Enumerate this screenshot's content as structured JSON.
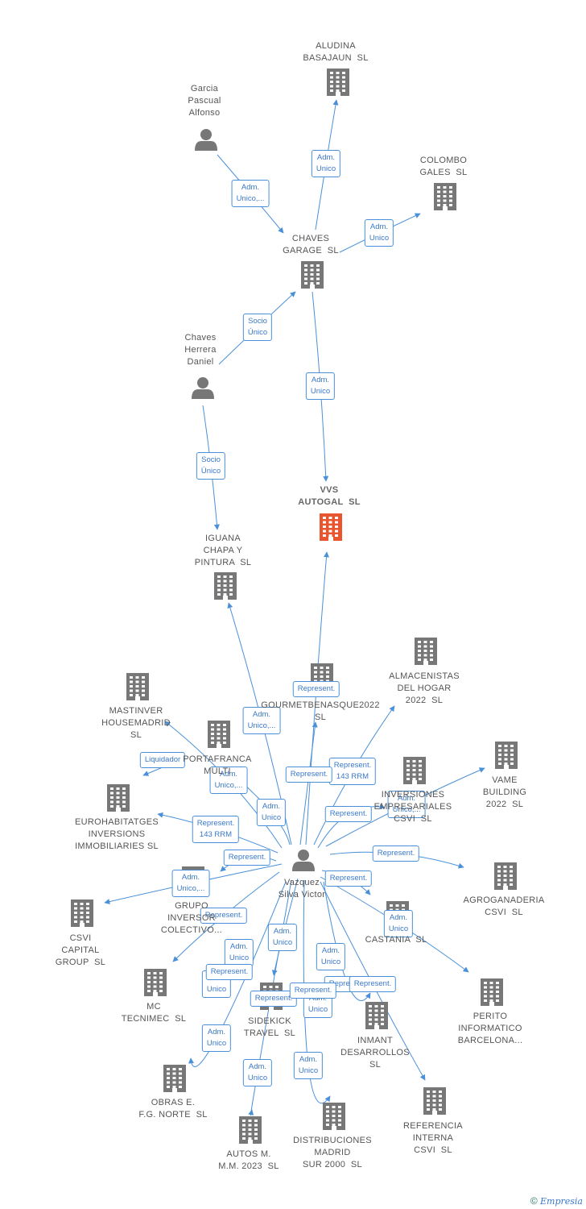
{
  "colors": {
    "edge": "#4a90d9",
    "node": "#777777",
    "focus": "#e8552e"
  },
  "nodes": [
    {
      "id": "aludina",
      "type": "company",
      "label": "ALUDINA\nBASAJAUN  SL"
    },
    {
      "id": "garcia",
      "type": "person",
      "label": "Garcia\nPascual\nAlfonso"
    },
    {
      "id": "colombo",
      "type": "company",
      "label": "COLOMBO\nGALES  SL"
    },
    {
      "id": "chavesgarage",
      "type": "company",
      "label": "CHAVES\nGARAGE  SL"
    },
    {
      "id": "chavesherrera",
      "type": "person",
      "label": "Chaves\nHerrera\nDaniel"
    },
    {
      "id": "vvs",
      "type": "company",
      "focus": true,
      "label": "VVS\nAUTOGAL  SL"
    },
    {
      "id": "iguana",
      "type": "company",
      "label": "IGUANA\nCHAPA Y\nPINTURA  SL"
    },
    {
      "id": "almacenistas",
      "type": "company",
      "label": "ALMACENISTAS\nDEL HOGAR\n2022  SL"
    },
    {
      "id": "mastinver",
      "type": "company",
      "label": "MASTINVER\nHOUSEMADRID\nSL"
    },
    {
      "id": "gourmet",
      "type": "company",
      "label": "GOURMETBENASQUE2022\nSL"
    },
    {
      "id": "portafranca",
      "type": "company",
      "label": "PORTAFRANCA\nMULTI"
    },
    {
      "id": "inversiones",
      "type": "company",
      "label": "INVERSIONES\nEMPRESARIALES\nCSVI  SL"
    },
    {
      "id": "vame",
      "type": "company",
      "label": "VAME\nBUILDING\n2022  SL"
    },
    {
      "id": "eurohab",
      "type": "company",
      "label": "EUROHABITATGES\nINVERSIONS\nIMMOBILIARIES SL"
    },
    {
      "id": "vazquez",
      "type": "person",
      "label": "Vazquez\nSilva Victor"
    },
    {
      "id": "agroganaderia",
      "type": "company",
      "label": "AGROGANADERIA\nCSVI  SL"
    },
    {
      "id": "grupo",
      "type": "company",
      "label": "GRUPO\nINVERSOR\nCOLECTIVO..."
    },
    {
      "id": "csvi",
      "type": "company",
      "label": "CSVI\nCAPITAL\nGROUP  SL"
    },
    {
      "id": "castania",
      "type": "company",
      "label": "CASTANIA  SL"
    },
    {
      "id": "mc",
      "type": "company",
      "label": "MC\nTECNIMEC  SL"
    },
    {
      "id": "sidekick",
      "type": "company",
      "label": "SIDEKICK\nTRAVEL  SL"
    },
    {
      "id": "perito",
      "type": "company",
      "label": "PERITO\nINFORMATICO\nBARCELONA..."
    },
    {
      "id": "inmant",
      "type": "company",
      "label": "INMANT\nDESARROLLOS\nSL"
    },
    {
      "id": "obras",
      "type": "company",
      "label": "OBRAS E.\nF.G. NORTE  SL"
    },
    {
      "id": "autos",
      "type": "company",
      "label": "AUTOS M.\nM.M. 2023  SL"
    },
    {
      "id": "distribuciones",
      "type": "company",
      "label": "DISTRIBUCIONES\nMADRID\nSUR 2000  SL"
    },
    {
      "id": "referencia",
      "type": "company",
      "label": "REFERENCIA\nINTERNA\nCSVI  SL"
    }
  ],
  "edges": [
    {
      "from": "chavesgarage",
      "to": "aludina",
      "label": "Adm.\nUnico"
    },
    {
      "from": "garcia",
      "to": "chavesgarage",
      "label": "Adm.\nUnico,..."
    },
    {
      "from": "chavesgarage",
      "to": "colombo",
      "label": "Adm.\nUnico"
    },
    {
      "from": "chavesherrera",
      "to": "chavesgarage",
      "label": "Socio\nÚnico"
    },
    {
      "from": "chavesgarage",
      "to": "vvs",
      "label": "Adm.\nUnico"
    },
    {
      "from": "chavesherrera",
      "to": "iguana",
      "label": "Socio\nÚnico"
    },
    {
      "from": "vazquez",
      "to": "vvs",
      "label": "Represent."
    },
    {
      "from": "vazquez",
      "to": "iguana",
      "label": "Adm.\nUnico,..."
    },
    {
      "from": "vazquez",
      "to": "almacenistas",
      "label": "Represent.\n143 RRM"
    },
    {
      "from": "vazquez",
      "to": "mastinver",
      "label": "Adm.\nUnico,..."
    },
    {
      "from": "vazquez",
      "to": "gourmet",
      "label": "Represent."
    },
    {
      "from": "vazquez",
      "to": "portafranca",
      "label": "Adm.\nUnico"
    },
    {
      "from": "vazquez",
      "to": "inversiones",
      "label": "Represent."
    },
    {
      "from": "vazquez",
      "to": "vame",
      "label": "Adm.\nUnico,..."
    },
    {
      "from": "vazquez",
      "to": "eurohab",
      "label": "Represent.\n143 RRM"
    },
    {
      "from": "vazquez",
      "to": "agroganaderia",
      "label": "Represent."
    },
    {
      "from": "vazquez",
      "to": "grupo",
      "label": "Represent."
    },
    {
      "from": "vazquez",
      "to": "csvi",
      "label": "Adm.\nUnico,..."
    },
    {
      "from": "vazquez",
      "to": "castania",
      "label": "Represent."
    },
    {
      "from": "vazquez",
      "to": "mc",
      "label": "Represent."
    },
    {
      "from": "vazquez",
      "to": "sidekick",
      "label": "Adm.\nUnico"
    },
    {
      "from": "vazquez",
      "to": "perito",
      "label": "Adm.\nUnico"
    },
    {
      "from": "vazquez",
      "to": "inmant",
      "label": "Represent."
    },
    {
      "from": "vazquez",
      "to": "obras",
      "label": "Adm.\nUnico"
    },
    {
      "from": "vazquez",
      "to": "autos",
      "label": "Adm.\nUnico"
    },
    {
      "from": "vazquez",
      "to": "distribuciones",
      "label": "Adm.\nUnico"
    },
    {
      "from": "vazquez",
      "to": "referencia",
      "label": "Represent."
    }
  ],
  "extra_edge_labels": [
    "Liquidador",
    "Adm.\nUnico",
    "Adm.\nUnico",
    "Adm.\nUnico",
    "Represent.",
    "Adm.\nUnico",
    "Represent.",
    "Represent."
  ],
  "footer": {
    "copyright": "©",
    "brand": "Empresia"
  }
}
